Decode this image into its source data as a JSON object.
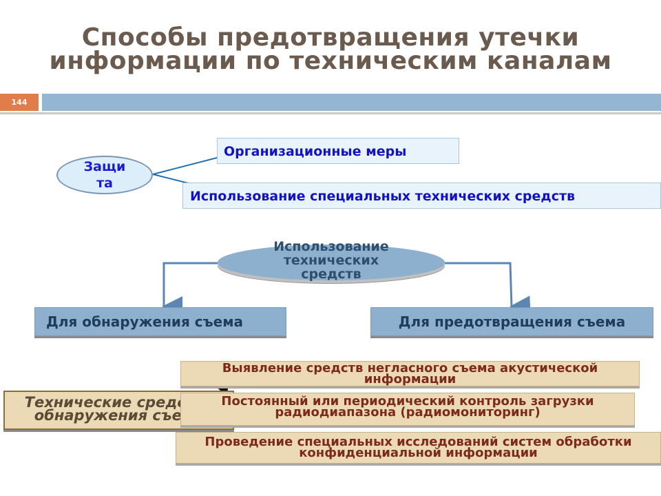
{
  "slide": {
    "title_line1": "Способы предотвращения утечки",
    "title_line2": "информации по техническим каналам",
    "number": "144"
  },
  "diagram": {
    "protection": {
      "line1": "Защи",
      "line2": "та"
    },
    "org_measures": "Организационные меры",
    "special_tech": "Использование специальных технических средств",
    "tech_use": {
      "line1": "Использование",
      "line2": "технических",
      "line3": "средств"
    },
    "detection": "Для обнаружения съема",
    "prevention": "Для предотвращения съема",
    "tech_means": {
      "line1": "Технические средства",
      "line2": "обнаружения съема"
    },
    "items": [
      {
        "line1": "Выявление  средств негласного съема акустической",
        "line2": "информации"
      },
      {
        "line1": "Постоянный или периодический контроль загрузки",
        "line2": "радиодиапазона (радиомониторинг)"
      },
      {
        "line1": "Проведение специальных исследований систем обработки",
        "line2": "конфиденциальной информации"
      }
    ]
  },
  "colors": {
    "title": "#6b5b4e",
    "accent_orange": "#e07d4a",
    "header_blue": "#94b6d2",
    "box_blue_text": "#1212c4",
    "tan_box": "#ecd9b6",
    "tan_text": "#7c2b1a"
  }
}
